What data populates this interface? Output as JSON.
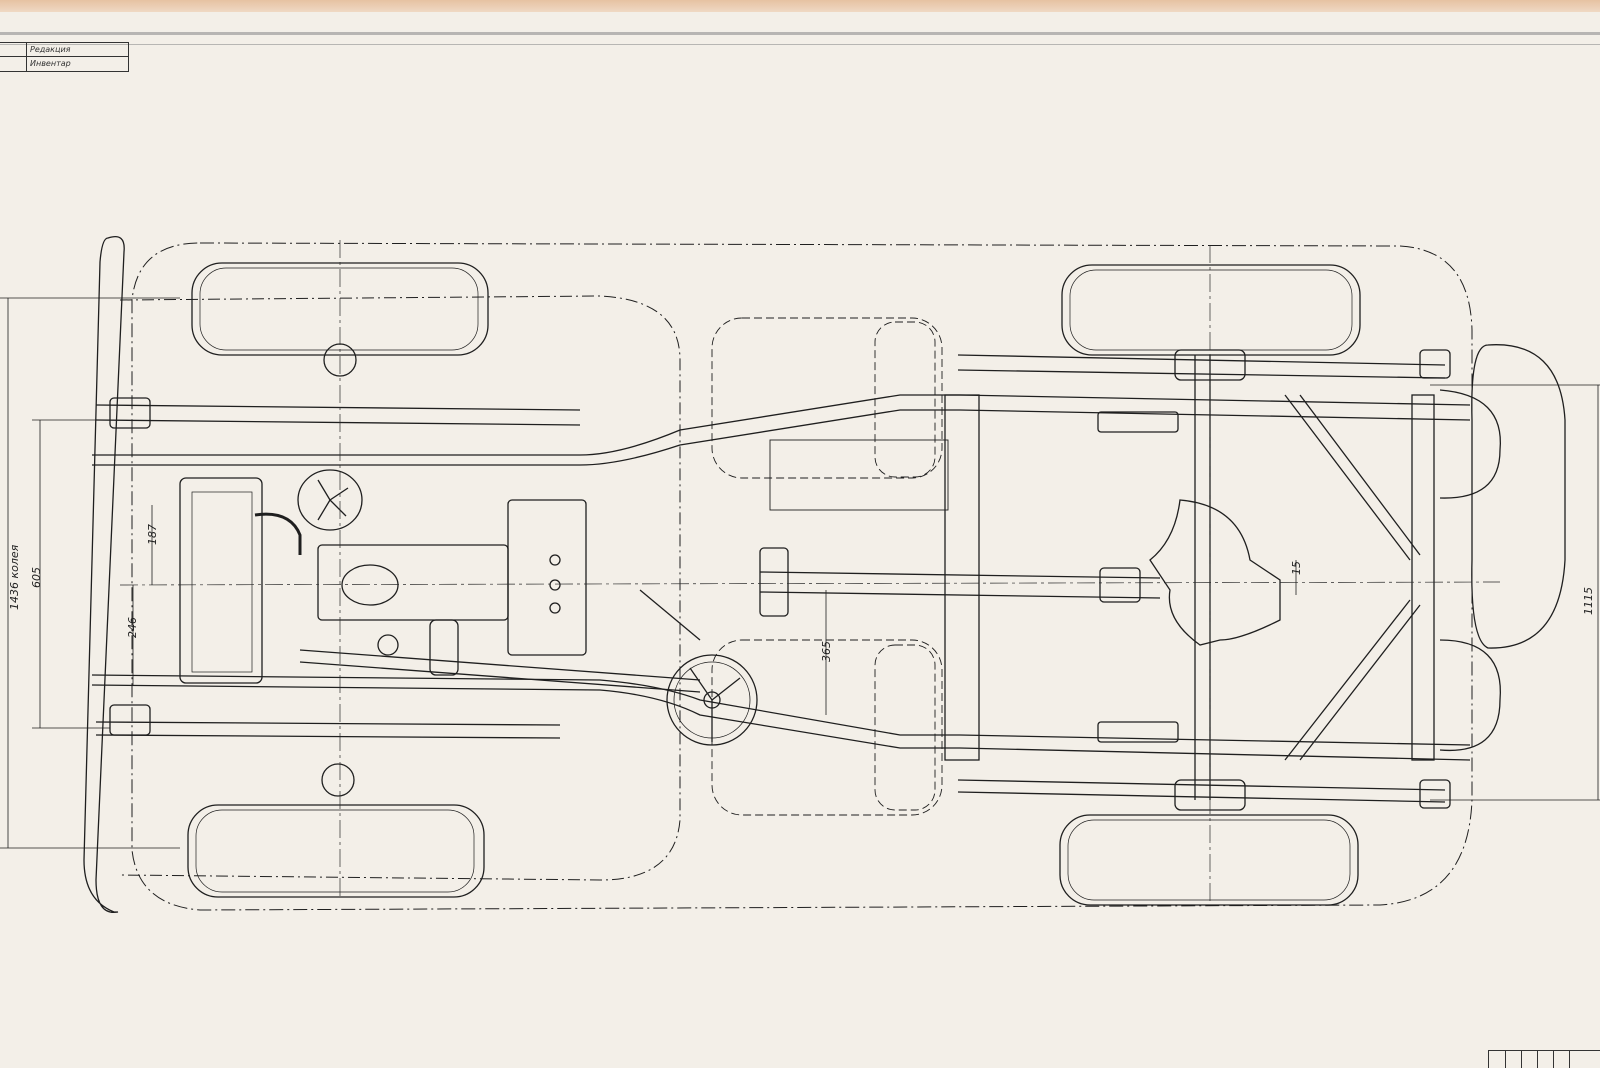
{
  "stamp": {
    "row1": "Редакция",
    "row2": "Инвентар"
  },
  "dimensions": {
    "track_front": "1436 колея",
    "d605": "605",
    "d187": "187",
    "d246": "246",
    "d365": "365",
    "d15": "15",
    "d1115": "1115"
  },
  "colors": {
    "paper": "#f3efe8",
    "ink": "#1f1f1f"
  }
}
